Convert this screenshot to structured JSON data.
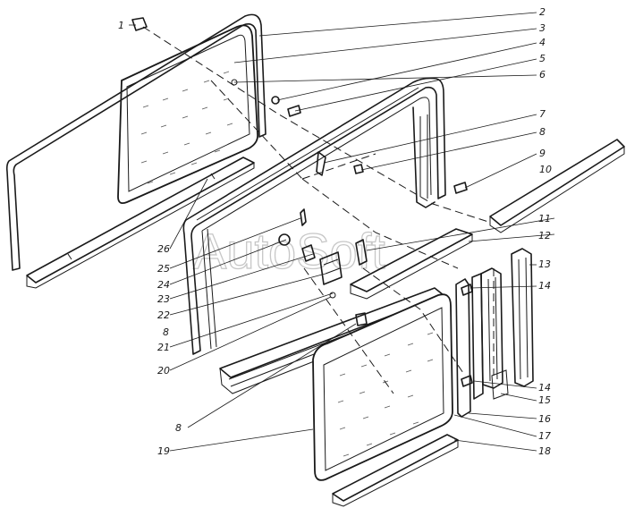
{
  "watermark": "AutoSoft",
  "callouts": {
    "c1": "1",
    "c2": "2",
    "c3": "3",
    "c4": "4",
    "c5": "5",
    "c6": "6",
    "c7": "7",
    "c8a": "8",
    "c8b": "8",
    "c8c": "8",
    "c9": "9",
    "c10": "10",
    "c11": "11",
    "c12": "12",
    "c13": "13",
    "c14a": "14",
    "c14b": "14",
    "c15": "15",
    "c16": "16",
    "c17": "17",
    "c18": "18",
    "c19": "19",
    "c20": "20",
    "c21": "21",
    "c22": "22",
    "c23": "23",
    "c24": "24",
    "c25": "25",
    "c26": "26"
  }
}
